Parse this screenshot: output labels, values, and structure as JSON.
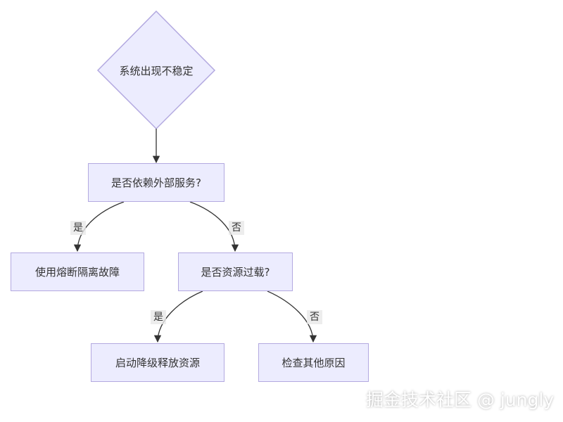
{
  "colors": {
    "node_fill": "#ececfe",
    "node_border": "#b3a9e0",
    "edge": "#333333",
    "text": "#333333"
  },
  "nodes": {
    "start": "系统出现不稳定",
    "depends_external": "是否依赖外部服务?",
    "circuit_breaker": "使用熔断隔离故障",
    "resource_overload": "是否资源过载?",
    "degrade": "启动降级释放资源",
    "check_other": "检查其他原因"
  },
  "edges": {
    "yes_1": "是",
    "no_1": "否",
    "yes_2": "是",
    "no_2": "否"
  },
  "watermark": "掘金技术社区 @ jungly"
}
